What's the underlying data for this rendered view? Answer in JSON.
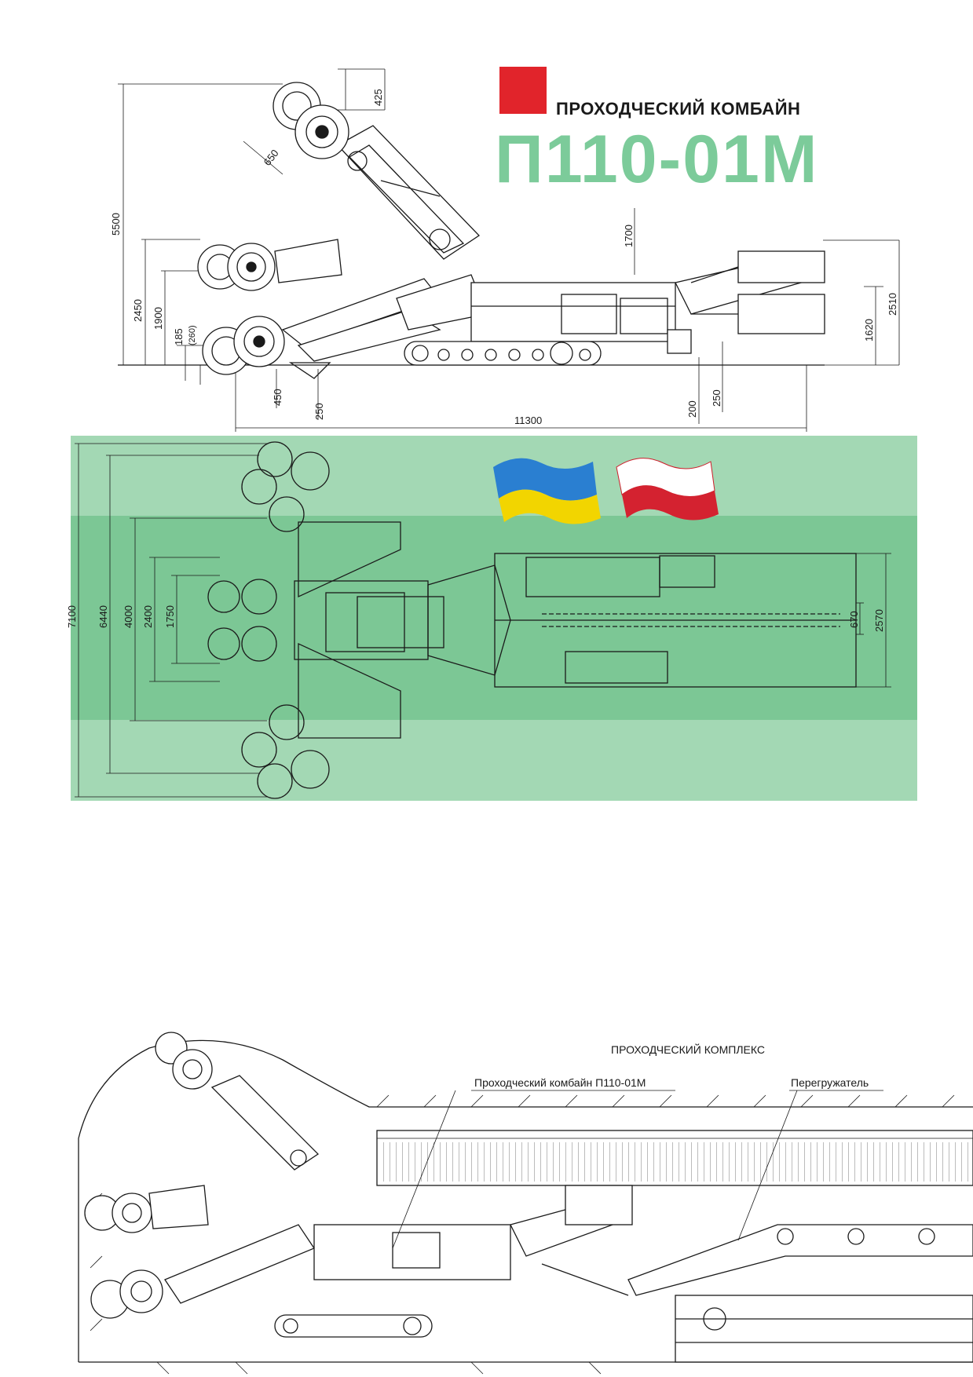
{
  "header": {
    "subtitle": "ПРОХОДЧЕСКИЙ КОМБАЙН",
    "model": "П110-01М",
    "accent_color": "#e1242b",
    "model_color": "#7ccb9a"
  },
  "side_view": {
    "dims": {
      "h_5500": "5500",
      "h_425": "425",
      "h_650": "650",
      "h_1700": "1700",
      "h_2450": "2450",
      "h_1900": "1900",
      "h_185": "185",
      "h_260": "(260)",
      "h_450": "450",
      "h_250a": "250",
      "h_200": "200",
      "h_250b": "250",
      "h_1620": "1620",
      "h_2510": "2510",
      "l_11300": "11300"
    }
  },
  "top_view": {
    "band_outer": "#a3d8b4",
    "band_inner": "#7cc795",
    "dims": {
      "w_7100": "7100",
      "w_6440": "6440",
      "w_4000": "4000",
      "w_2400": "2400",
      "w_1750": "1750",
      "w_670": "670",
      "w_2570": "2570"
    },
    "flags": [
      "ukraine-flag",
      "poland-flag"
    ]
  },
  "complex_view": {
    "title": "ПРОХОДЧЕСКИЙ КОМПЛЕКС",
    "label_combine": "Проходческий комбайн П110-01М",
    "label_loader": "Перегружатель"
  }
}
